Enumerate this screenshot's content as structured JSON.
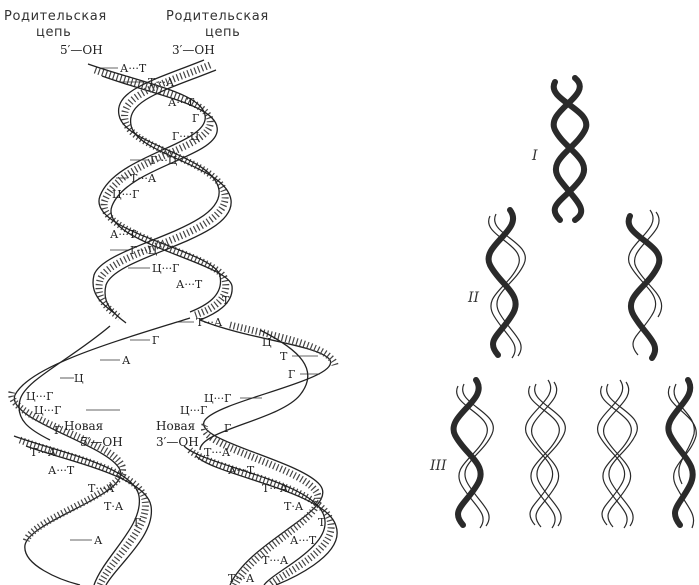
{
  "labels": {
    "parent_left": "Родительская",
    "parent_left_sub": "цепь",
    "parent_left_end": "5′—OH",
    "parent_right": "Родительская",
    "parent_right_sub": "цепь",
    "parent_right_end": "3′—OH",
    "new_left": "Новая",
    "new_left_end": "5′—OH",
    "new_right": "Новая",
    "new_right_end": "3′—OH"
  },
  "generations": [
    "I",
    "II",
    "III"
  ],
  "base_pairs_top": [
    "А···Т",
    "Т···А",
    "А···Т",
    "Г",
    "Г···Ц",
    "Г···Ц",
    "Т···А",
    "Ц···Г",
    "А···Т",
    "Г···Ц",
    "Ц···Г",
    "А···Т",
    "Т",
    "Т···А"
  ],
  "fork_left": [
    "Г",
    "А",
    "Ц",
    "Ц···Г",
    "Ц···Г",
    "Г",
    "Т···А",
    "А···Т",
    "Т···А",
    "Т·А",
    "Г",
    "А"
  ],
  "fork_right": [
    "Ц",
    "Т",
    "Г",
    "Ц···Г",
    "Ц···Г",
    "Г",
    "Т···А",
    "А···Т",
    "Т···А",
    "Т·А",
    "Т",
    "А···Т",
    "Т···А",
    "Т···А"
  ]
}
